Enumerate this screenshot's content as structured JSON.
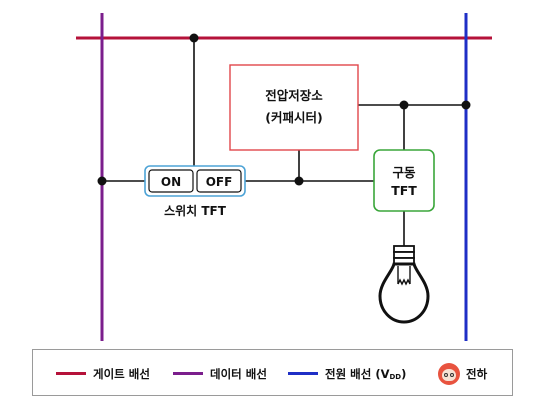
{
  "components": {
    "storage_line1": "전압저장소",
    "storage_line2": "(커패시터)",
    "switch_on": "ON",
    "switch_off": "OFF",
    "switch_label": "스위치 TFT",
    "drive_line1": "구동",
    "drive_line2": "TFT"
  },
  "legend": {
    "gate_label": "게이트 배선",
    "data_label": "데이터 배선",
    "power_label": "전원 배선 (V",
    "power_sub": "DD",
    "power_close": ")",
    "brand": "전하"
  },
  "colors": {
    "gate": "#b5123a",
    "data": "#7b1e8c",
    "power": "#1f2fc6",
    "storage_border": "#e0464b",
    "switch_border": "#4da3d6",
    "drive_border": "#3aa63a",
    "brand": "#e8533f"
  },
  "icons": [
    "light-bulb-icon",
    "brand-logo-icon"
  ]
}
